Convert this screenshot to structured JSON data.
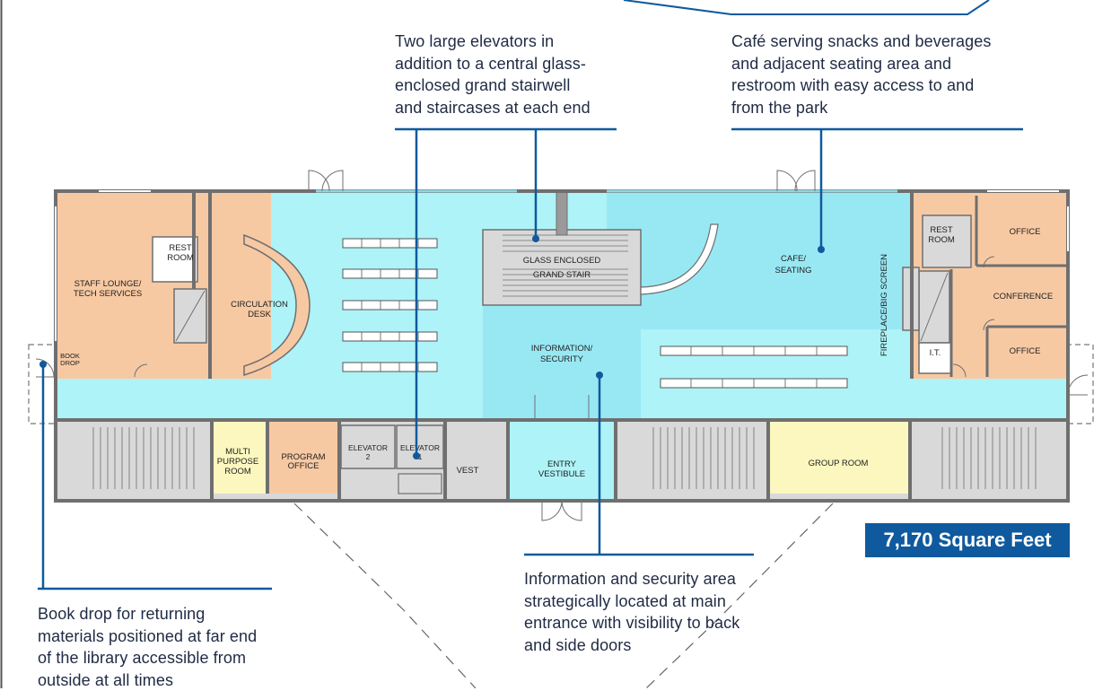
{
  "callouts": {
    "elevators": "Two large elevators in\naddition to a central glass-\nenclosed grand stairwell\nand staircases at each end",
    "cafe": "Café serving snacks and beverages\nand adjacent seating area and\nrestroom with easy access to and\nfrom the park",
    "info": "Information and security area\nstrategically located at main\nentrance with visibility to back\nand side doors",
    "bookdrop": "Book drop for returning\nmaterials positioned at far end\nof the library accessible from\noutside at all times"
  },
  "badge": "7,170 Square Feet",
  "rooms": {
    "staff1": "STAFF LOUNGE/",
    "staff2": "TECH SERVICES",
    "rest1_a": "REST",
    "rest1_b": "ROOM",
    "book_a": "BOOK",
    "book_b": "DROP",
    "circ_a": "CIRCULATION",
    "circ_b": "DESK",
    "stair_a": "GLASS ENCLOSED",
    "stair_b": "GRAND STAIR",
    "info_a": "INFORMATION/",
    "info_b": "SECURITY",
    "cafe_a": "CAFE/",
    "cafe_b": "SEATING",
    "rest2_a": "REST",
    "rest2_b": "ROOM",
    "office1": "OFFICE",
    "conference": "CONFERENCE",
    "office2": "OFFICE",
    "it": "I.T.",
    "fireplace": "FIREPLACE/BIG SCREEN",
    "multi_a": "MULTI",
    "multi_b": "PURPOSE",
    "multi_c": "ROOM",
    "program_a": "PROGRAM",
    "program_b": "OFFICE",
    "elev2_a": "ELEVATOR",
    "elev2_b": "2",
    "elev1_a": "ELEVATOR",
    "elev1_b": "1",
    "vest": "VEST",
    "entry_a": "ENTRY",
    "entry_b": "VESTIBULE",
    "group": "GROUP ROOM"
  },
  "colors": {
    "orange": "#f7c9a3",
    "cyan": "#aef3f7",
    "gray": "#d9d9d9",
    "yellow": "#fbf7bf",
    "wall": "#6f6f6f",
    "leader": "#0f5a9e",
    "badge": "#0f5a9e"
  }
}
